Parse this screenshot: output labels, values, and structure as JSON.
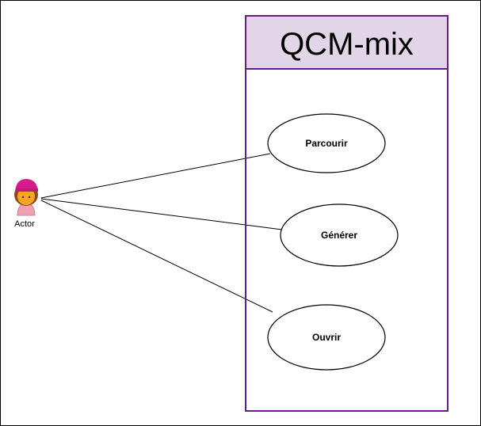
{
  "system": {
    "title": "QCM-mix",
    "header_color": "#e1d5e7",
    "border_color": "#6a1b8a"
  },
  "actor": {
    "label": "Actor",
    "icon": "person-icon"
  },
  "use_cases": [
    {
      "label": "Parcourir"
    },
    {
      "label": "Générer"
    },
    {
      "label": "Ouvrir"
    }
  ]
}
